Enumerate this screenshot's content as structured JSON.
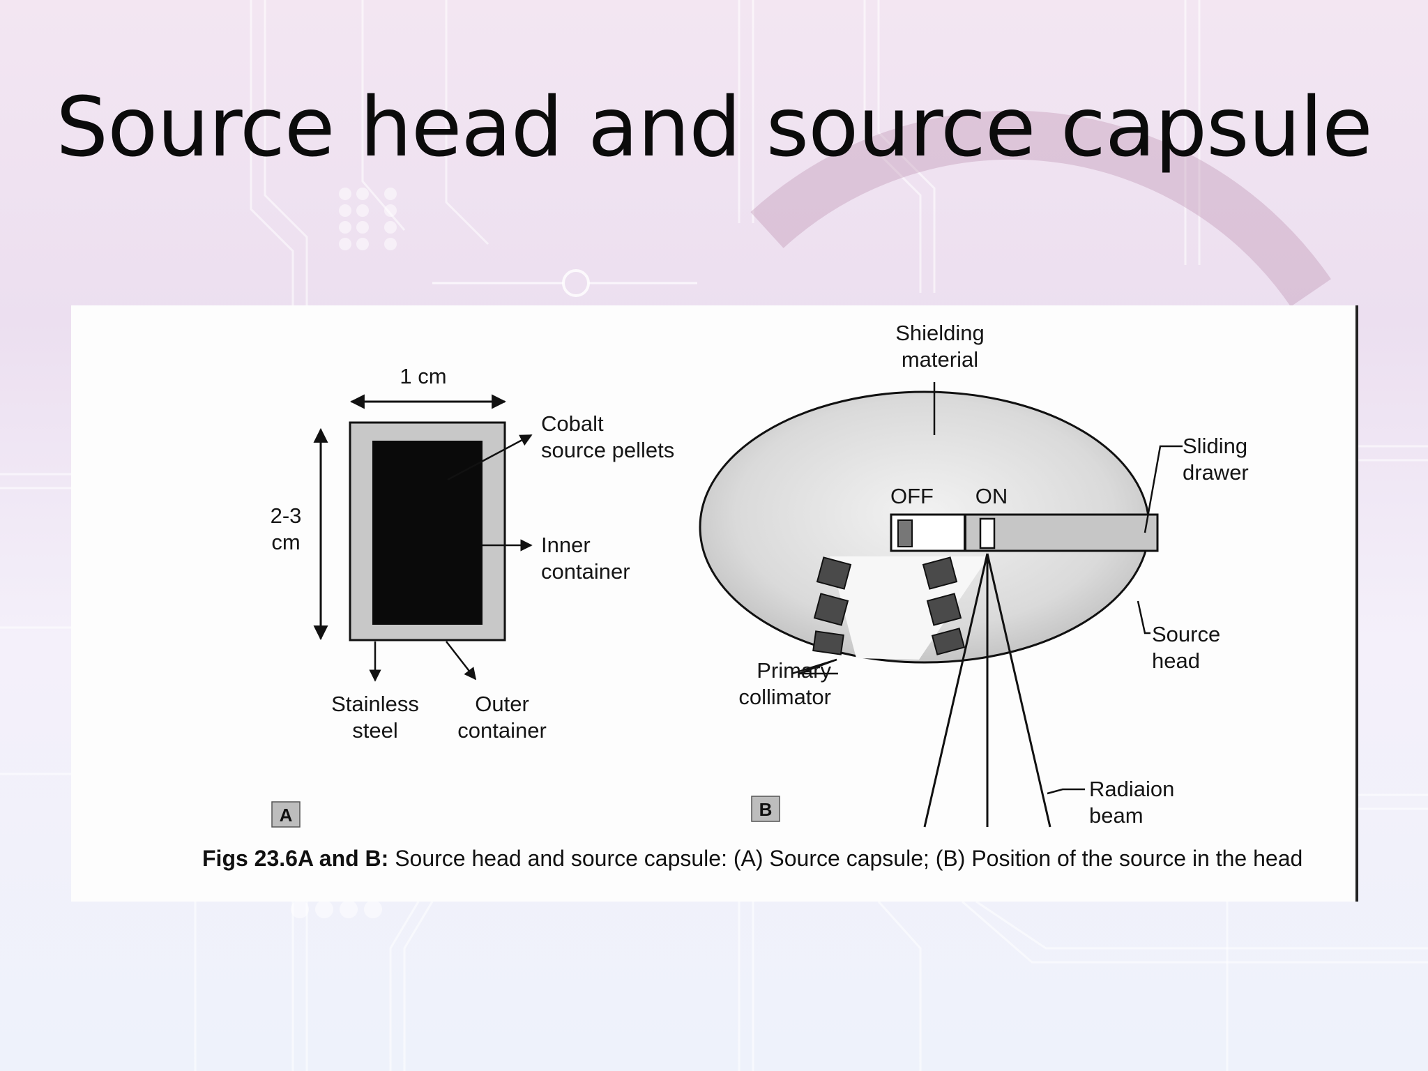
{
  "slide": {
    "title": "Source head and source capsule"
  },
  "figure_a": {
    "dim_width": "1 cm",
    "dim_height_line1": "2-3",
    "dim_height_line2": "cm",
    "pellets_line1": "Cobalt",
    "pellets_line2": "source pellets",
    "inner_line1": "Inner",
    "inner_line2": "container",
    "steel_line1": "Stainless",
    "steel_line2": "steel",
    "outer_line1": "Outer",
    "outer_line2": "container",
    "panel_letter": "A"
  },
  "figure_b": {
    "shield_line1": "Shielding",
    "shield_line2": "material",
    "drawer_line1": "Sliding",
    "drawer_line2": "drawer",
    "off_label": "OFF",
    "on_label": "ON",
    "head_line1": "Source",
    "head_line2": "head",
    "collimator_line1": "Primary",
    "collimator_line2": "collimator",
    "beam_line1": "Radiaion",
    "beam_line2": "beam",
    "panel_letter": "B"
  },
  "caption": {
    "bold": "Figs 23.6A and B:",
    "text": " Source head and source capsule: (A) Source capsule; (B) Position of the source in the head"
  },
  "colors": {
    "capsule_core": "#0a0a0a",
    "capsule_shell": "#c8c8c8",
    "shield_fill": "#dcdcdc",
    "collimator_block": "#4a4a4a"
  }
}
